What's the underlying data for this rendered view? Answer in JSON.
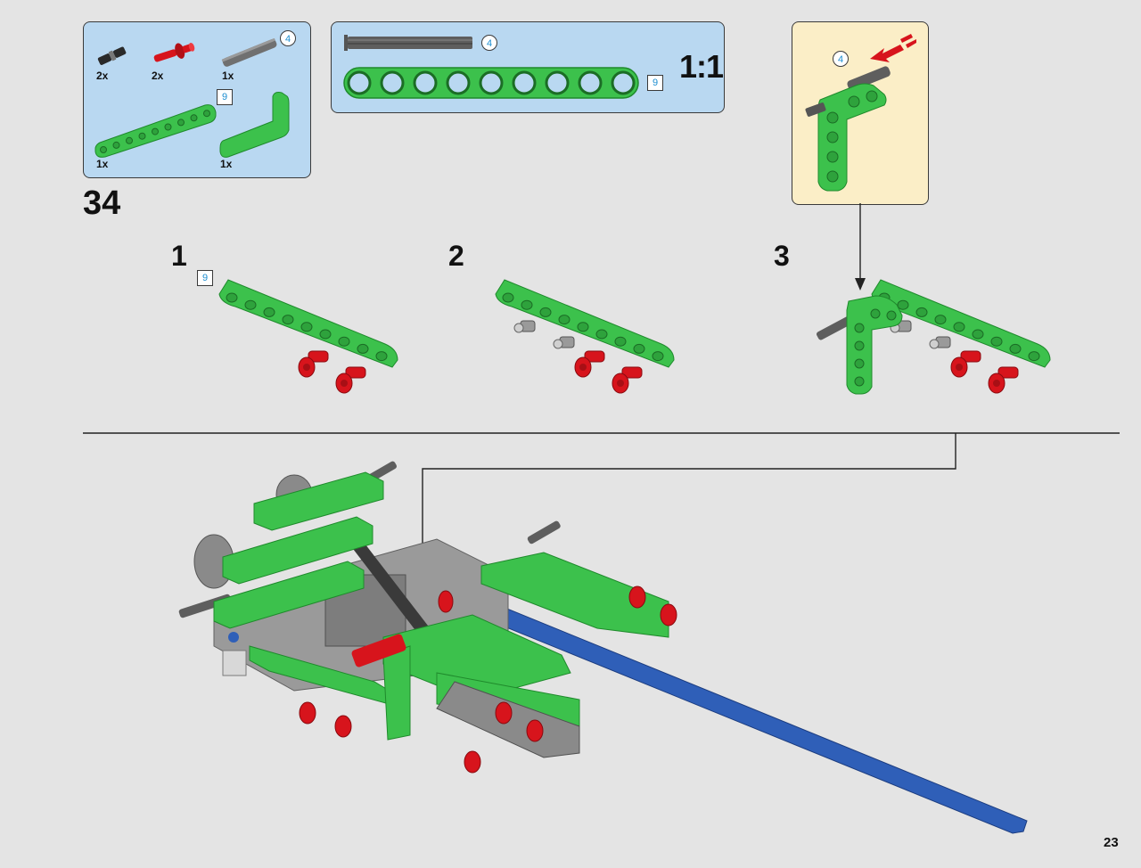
{
  "step": {
    "number": "34"
  },
  "parts_list": {
    "items": [
      {
        "name": "connector-pin",
        "quantity": "2x"
      },
      {
        "name": "red-pin",
        "quantity": "2x"
      },
      {
        "name": "grey-axle",
        "quantity": "1x",
        "length_badge": "4"
      },
      {
        "name": "green-beam-9",
        "quantity": "1x",
        "length_badge": "9"
      },
      {
        "name": "green-angle-beam",
        "quantity": "1x"
      }
    ]
  },
  "scale_box": {
    "axle_badge": "4",
    "beam_badge": "9",
    "scale_label": "1:1"
  },
  "sub_assembly": {
    "axle_badge": "4"
  },
  "sub_steps": [
    {
      "label": "1",
      "badge": "9"
    },
    {
      "label": "2"
    },
    {
      "label": "3"
    }
  ],
  "page": {
    "number": "23"
  },
  "colors": {
    "background": "#e4e4e4",
    "panel_blue": "#b9d8f1",
    "panel_cream": "#fbeec7",
    "brick_green": "#3cc14c",
    "brick_red": "#d7141c",
    "axle_grey": "#6a6a6a",
    "axle_blue": "#2f5fb8",
    "badge_text": "#1c8ed0"
  }
}
